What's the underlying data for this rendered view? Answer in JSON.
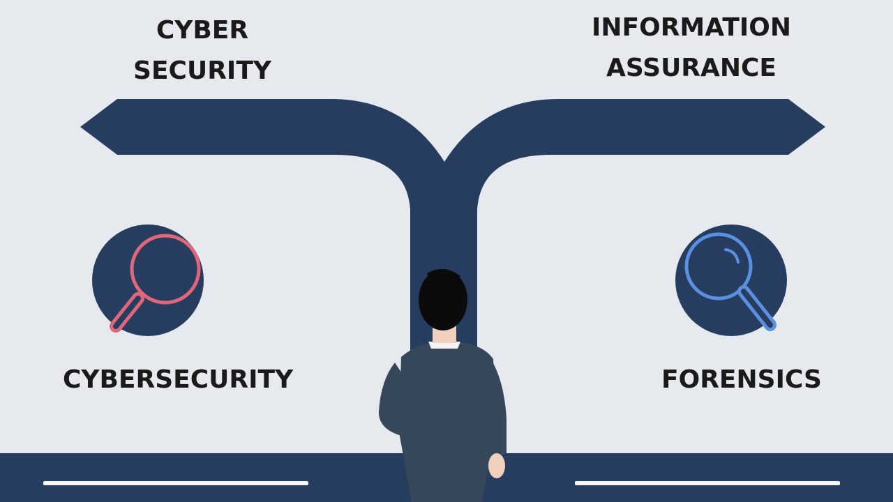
{
  "signpost": {
    "left_direction": [
      "CYBER",
      "SECURITY"
    ],
    "right_direction": [
      "INFORMATION",
      "ASSURANCE"
    ]
  },
  "options": {
    "left": {
      "label": "CYBERSECURITY",
      "icon": "magnifying-glass-icon",
      "accent": "#e0667a"
    },
    "right": {
      "label": "FORENSICS",
      "icon": "magnifying-glass-icon",
      "accent": "#5b8fe0"
    }
  },
  "colors": {
    "background": "#e6eaee",
    "road": "#263d5f",
    "text": "#1a1a1a",
    "road_markings": "#f2f4f6",
    "person_jacket": "#37475a",
    "person_hair": "#0b0b0b",
    "person_skin": "#f1d1be"
  }
}
